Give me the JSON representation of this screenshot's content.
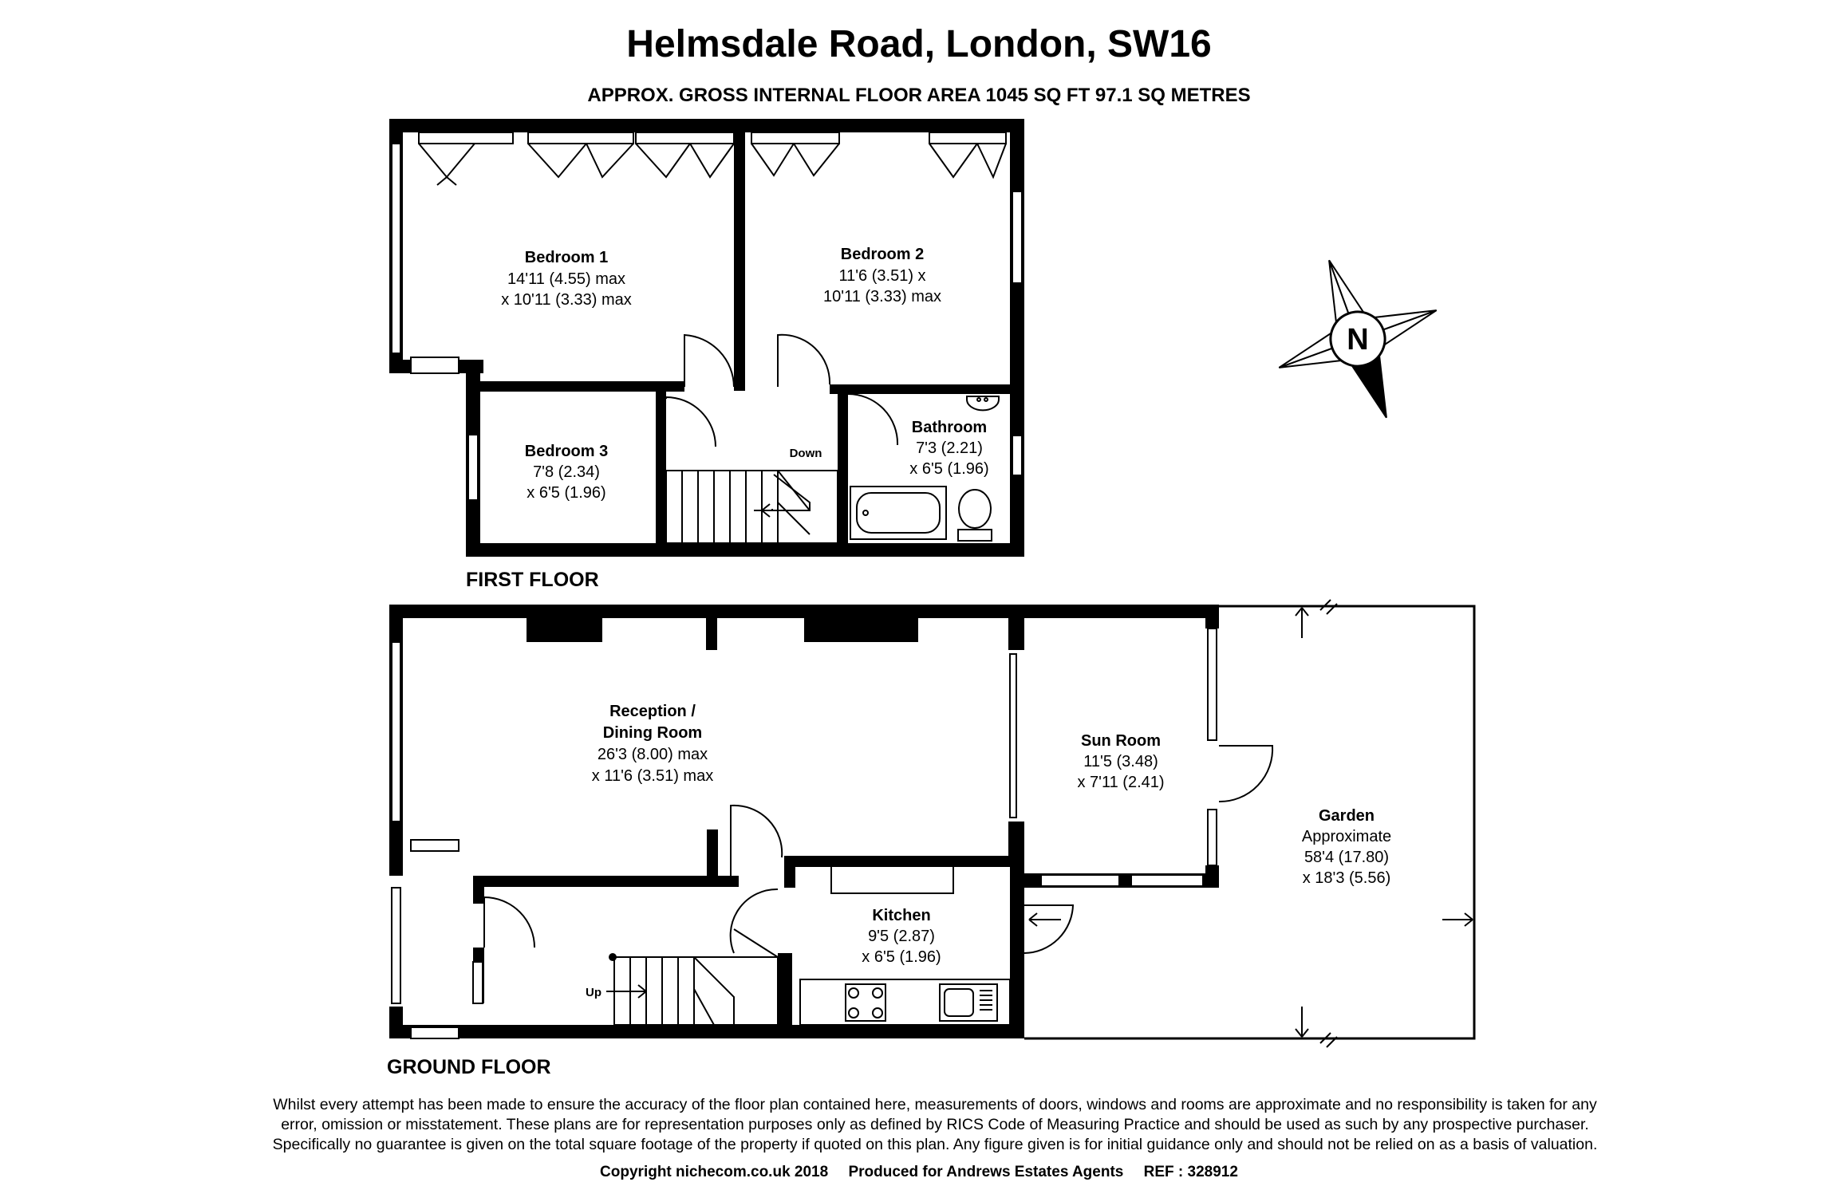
{
  "header": {
    "title": "Helmsdale Road, London, SW16",
    "subtitle": "APPROX. GROSS INTERNAL FLOOR AREA 1045 SQ FT 97.1 SQ METRES"
  },
  "floors": {
    "first": {
      "label": "FIRST FLOOR",
      "rooms": [
        {
          "name": "Bedroom 1",
          "dims": [
            "14'11 (4.55) max",
            "x 10'11 (3.33) max"
          ]
        },
        {
          "name": "Bedroom 2",
          "dims": [
            "11'6 (3.51) x",
            "10'11 (3.33) max"
          ]
        },
        {
          "name": "Bedroom 3",
          "dims": [
            "7'8 (2.34)",
            "x 6'5 (1.96)"
          ]
        },
        {
          "name": "Bathroom",
          "dims": [
            "7'3 (2.21)",
            "x 6'5 (1.96)"
          ]
        }
      ],
      "stairs_label": "Down"
    },
    "ground": {
      "label": "GROUND FLOOR",
      "rooms": [
        {
          "name": [
            "Reception /",
            "Dining Room"
          ],
          "dims": [
            "26'3 (8.00) max",
            "x 11'6 (3.51) max"
          ]
        },
        {
          "name": "Sun Room",
          "dims": [
            "11'5 (3.48)",
            "x 7'11 (2.41)"
          ]
        },
        {
          "name": "Kitchen",
          "dims": [
            "9'5 (2.87)",
            "x 6'5 (1.96)"
          ]
        },
        {
          "name": "Garden",
          "dims": [
            "Approximate",
            "58'4 (17.80)",
            "x 18'3 (5.56)"
          ]
        }
      ],
      "stairs_label": "Up"
    }
  },
  "compass": {
    "label": "N"
  },
  "disclaimer": [
    "Whilst every attempt has been made to ensure the accuracy of the floor plan contained here, measurements of doors, windows and rooms are approximate and no responsibility is taken for any",
    "error, omission or misstatement. These plans are for representation purposes only as defined by RICS Code of Measuring Practice and should be used as such by any prospective purchaser.",
    "Specifically no guarantee is given on the total square footage of the property if quoted on this plan. Any figure given is for initial guidance only and should not be relied on as a basis of valuation."
  ],
  "footer": {
    "copyright": "Copyright nichecom.co.uk 2018",
    "produced_for": "Produced for Andrews Estates Agents",
    "ref": "REF : 328912"
  }
}
